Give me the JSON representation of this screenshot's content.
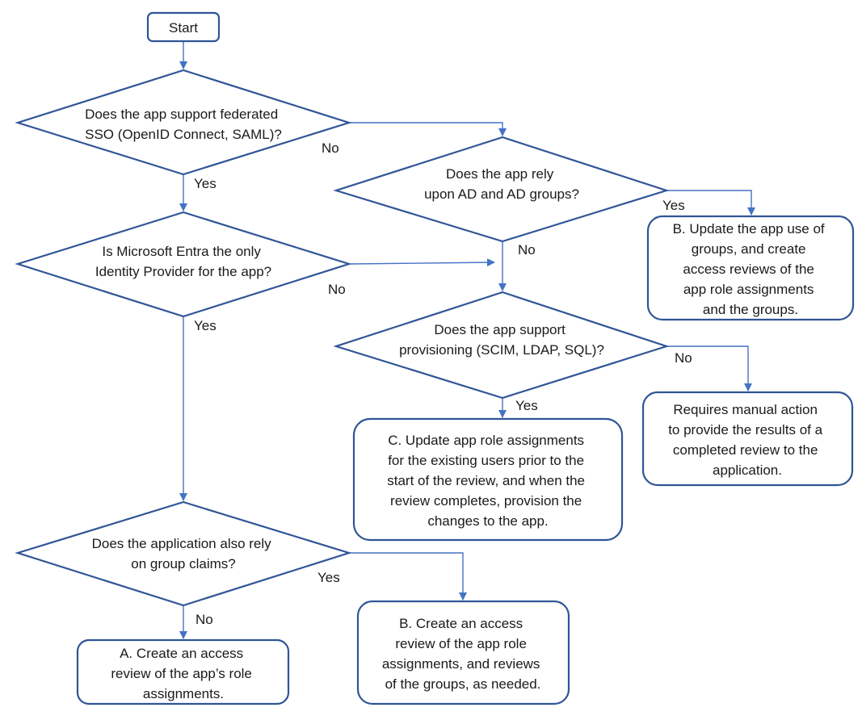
{
  "nodes": {
    "start": {
      "lines": [
        "Start"
      ]
    },
    "q_federated_sso": {
      "lines": [
        "Does the app support federated",
        "SSO (OpenID Connect, SAML)?"
      ]
    },
    "q_ad_groups": {
      "lines": [
        "Does the app rely",
        "upon AD and AD groups?"
      ]
    },
    "q_entra_only_idp": {
      "lines": [
        "Is Microsoft Entra the only",
        "Identity Provider for the app?"
      ]
    },
    "q_provisioning": {
      "lines": [
        "Does the app support",
        "provisioning (SCIM, LDAP, SQL)?"
      ]
    },
    "q_group_claims": {
      "lines": [
        "Does the application also rely",
        "on group claims?"
      ]
    },
    "b_update_groups": {
      "lines": [
        "B. Update the app use of",
        "groups, and create",
        "access reviews of the",
        "app role assignments",
        "and the groups."
      ]
    },
    "manual_action": {
      "lines": [
        "Requires manual action",
        "to provide the results of a",
        "completed review to the",
        "application."
      ]
    },
    "c_update_assignments": {
      "lines": [
        "C. Update app role assignments",
        "for the existing users prior to the",
        "start of the review, and when the",
        "review completes, provision the",
        "changes to the app."
      ]
    },
    "a_create_review": {
      "lines": [
        "A. Create an access",
        "review of the app’s role",
        "assignments."
      ]
    },
    "b_create_review": {
      "lines": [
        "B. Create an access",
        "review of the app role",
        "assignments, and reviews",
        "of the groups, as needed."
      ]
    }
  },
  "edge_labels": {
    "sso_no": "No",
    "sso_yes": "Yes",
    "ad_yes": "Yes",
    "ad_no": "No",
    "entra_no": "No",
    "entra_yes": "Yes",
    "prov_no": "No",
    "prov_yes": "Yes",
    "claims_yes": "Yes",
    "claims_no": "No"
  }
}
